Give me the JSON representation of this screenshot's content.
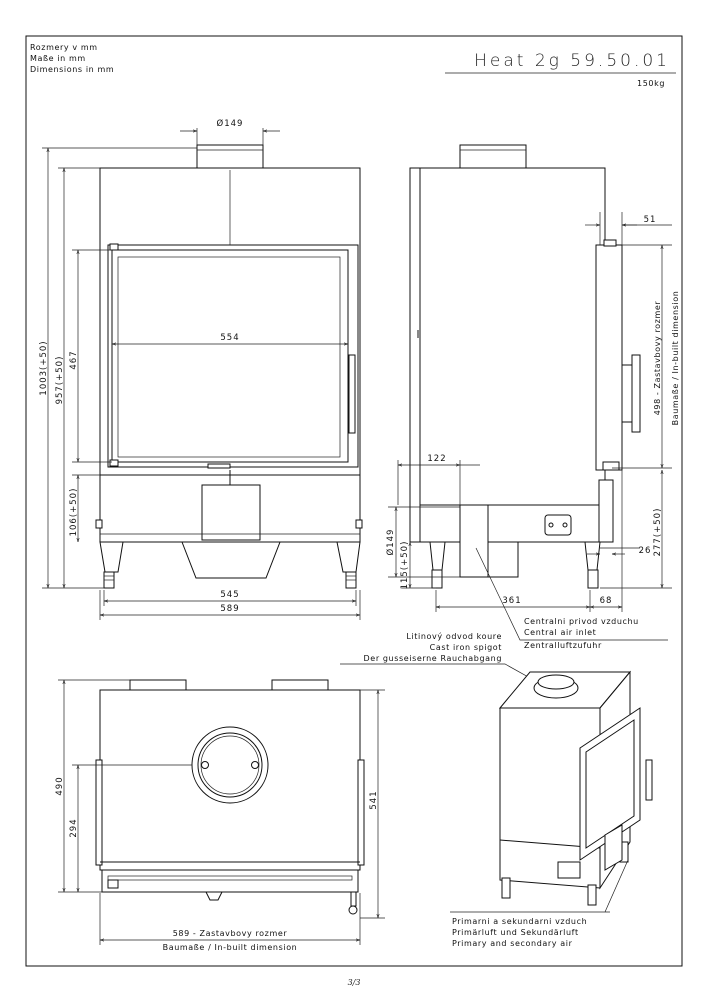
{
  "header": {
    "units_lines": [
      "Rozmery v mm",
      "Maße in mm",
      "Dimensions in mm"
    ],
    "model": "Heat 2g 59.50.01",
    "weight": "150kg"
  },
  "front_view": {
    "d_flue": "Ø149",
    "h_total": "1003(+50)",
    "h_glass": "957(+50)",
    "h_door": "467",
    "w_glass": "554",
    "h_base": "106(+50)",
    "w_inner": "545",
    "w_outer": "589"
  },
  "side_view": {
    "d_51": "51",
    "d_122": "122",
    "d_inlet": "Ø149",
    "h_115": "115(+50)",
    "h_277": "277(+50)",
    "d_26": "26",
    "d_361": "361",
    "d_68": "68",
    "built_in": [
      "498 - Zastavbovy rozmer",
      "Baumaße / In-built dimension"
    ]
  },
  "labels": {
    "air_inlet": [
      "Centralni privod vzduchu",
      "Central air inlet",
      "Zentralluftzufuhr"
    ],
    "spigot": [
      "Litinový odvod koure",
      "Cast iron spigot",
      "Der gusseiserne Rauchabgang"
    ],
    "primary_air": [
      "Primarni a sekundarni vzduch",
      "Primärluft und Sekundärluft",
      "Primary and secondary air"
    ]
  },
  "top_view": {
    "d_490": "490",
    "d_294": "294",
    "d_541": "541",
    "built_in": [
      "589 - Zastavbovy rozmer",
      "Baumaße / In-built dimension"
    ]
  },
  "page_number": "3/3"
}
